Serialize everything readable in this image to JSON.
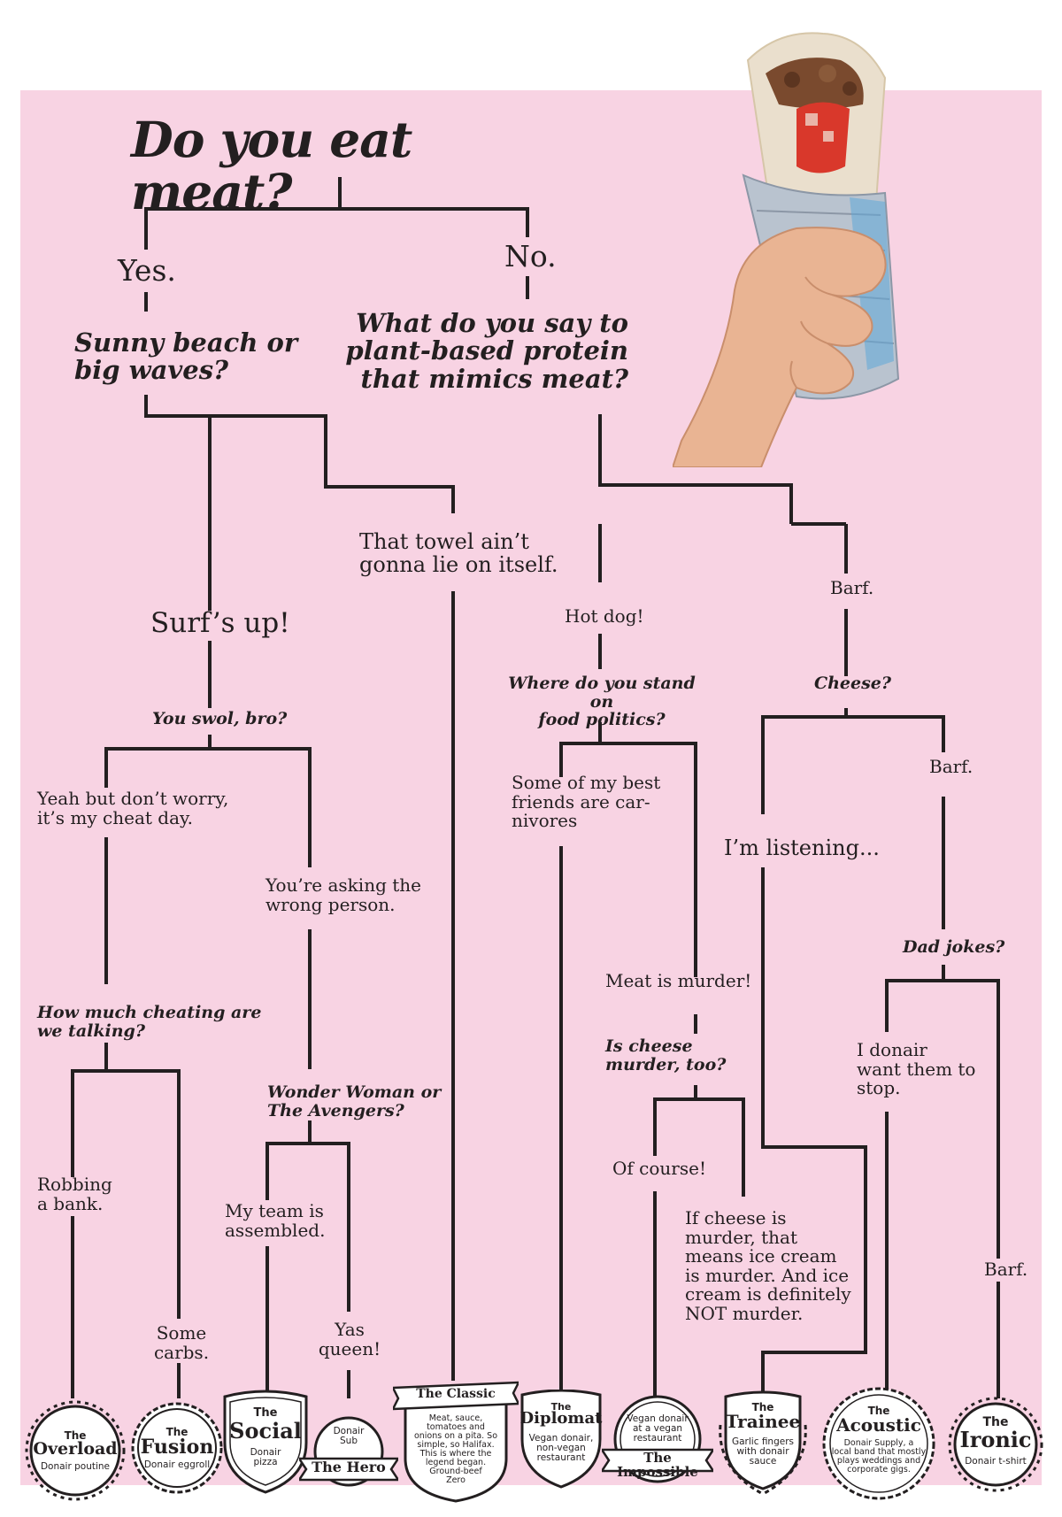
{
  "title": "Do you eat meat?",
  "answers": {
    "yes": "Yes.",
    "no": "No.",
    "sunny_beach": "Sunny beach or\nbig waves?",
    "plant_based": "What do you say to\nplant-based protein\nthat mimics meat?",
    "towel": "That towel ain’t\ngonna lie on itself.",
    "surfs_up": "Surf’s up!",
    "hot_dog": "Hot dog!",
    "barf_1": "Barf.",
    "food_politics": "Where do you stand on\nfood politics?",
    "cheese": "Cheese?",
    "you_swol": "You swol, bro?",
    "cheat_day": "Yeah but don’t worry,\nit’s my cheat day.",
    "best_friends": "Some of my best\nfriends are car-\nnivores",
    "barf_2": "Barf.",
    "listening": "I’m listening...",
    "asking_wrong": "You’re asking the\nwrong person.",
    "meat_murder": "Meat is murder!",
    "dad_jokes": "Dad jokes?",
    "how_much_cheating": "How much cheating are\nwe talking?",
    "cheese_murder": "Is cheese\nmurder, too?",
    "i_donair": "I donair\nwant them to\nstop.",
    "wonder_woman": "Wonder Woman or\nThe Avengers?",
    "robbing": "Robbing\na bank.",
    "of_course": "Of course!",
    "team_assembled": "My team is\nassembled.",
    "if_cheese": "If cheese is\nmurder, that\nmeans ice cream\nis murder. And ice\ncream is definitely\nNOT murder.",
    "barf_3": "Barf.",
    "some_carbs": "Some\ncarbs.",
    "yas_queen": "Yas\nqueen!"
  },
  "results": [
    {
      "the": "The",
      "name": "Overload",
      "desc": "Donair poutine"
    },
    {
      "the": "The",
      "name": "Fusion",
      "desc": "Donair eggroll"
    },
    {
      "the": "The",
      "name": "Social",
      "desc": "Donair\npizza"
    },
    {
      "the": "",
      "name": "The Hero",
      "desc": "Donair\nSub"
    },
    {
      "the": "",
      "name": "The Classic",
      "desc": "Meat, sauce,\ntomatoes and\nonions on a pita. So\nsimple, so Halifax.\nThis is where the\nlegend began.\nGround-beef\nZero"
    },
    {
      "the": "The",
      "name": "Diplomat",
      "desc": "Vegan donair,\nnon-vegan\nrestaurant"
    },
    {
      "the": "",
      "name": "The Impossible",
      "desc": "Vegan donair\nat a vegan\nrestaurant"
    },
    {
      "the": "The",
      "name": "Trainee",
      "desc": "Garlic fingers\nwith donair\nsauce"
    },
    {
      "the": "The",
      "name": "Acoustic",
      "desc": "Donair Supply, a\nlocal band that mostly\nplays weddings and\ncorporate gigs."
    },
    {
      "the": "The",
      "name": "Ironic",
      "desc": "Donair t-shirt"
    }
  ],
  "colors": {
    "panel": "#f8d3e3",
    "ink": "#231f20",
    "pita": "#eadfcd",
    "foil": "#b9c3cf",
    "skin": "#e9b493",
    "tomato": "#d9382b"
  },
  "image": {
    "subject": "hand holding donair wrapped in foil"
  }
}
